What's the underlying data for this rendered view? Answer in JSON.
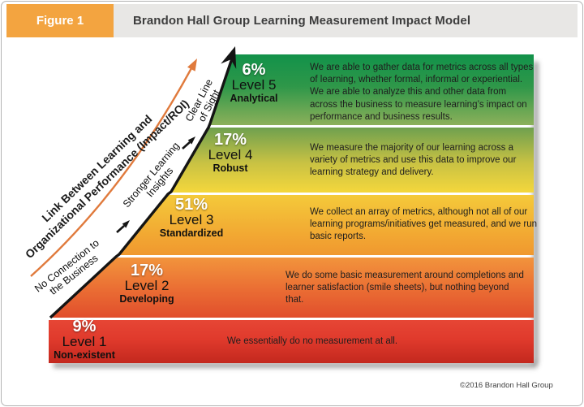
{
  "figure": {
    "label": "Figure 1",
    "title": "Brandon Hall Group Learning Measurement Impact Model"
  },
  "diagram": {
    "axis_label": {
      "line1": "Link Between Learning and",
      "line2": "Organizational Performance (Impact/ROI)"
    },
    "stage_labels": [
      {
        "line1": "No Connection to",
        "line2": "the Business"
      },
      {
        "line1": "Stronger Learning",
        "line2": "Insights"
      },
      {
        "line1": "Clear Line",
        "line2": "of Sight"
      }
    ],
    "levels": [
      {
        "percent": "6%",
        "level": "Level 5",
        "name": "Analytical",
        "description": "We are able to gather data for metrics across all types of learning, whether formal, informal or experiential. We are able to analyze this and other data from across the business to measure learning’s impact on performance and business results.",
        "color_top": "#12924A",
        "color_bottom": "#8CB05A"
      },
      {
        "percent": "17%",
        "level": "Level 4",
        "name": "Robust",
        "description": "We measure the majority of our learning across a variety of metrics and use this data to improve our learning strategy and delivery.",
        "color_top": "#6FA04F",
        "color_bottom": "#F4D73C"
      },
      {
        "percent": "51%",
        "level": "Level 3",
        "name": "Standardized",
        "description": "We collect an array of metrics, although not all of our learning programs/initiatives get measured, and we run basic reports.",
        "color_top": "#F4CA3A",
        "color_bottom": "#F0982F"
      },
      {
        "percent": "17%",
        "level": "Level 2",
        "name": "Developing",
        "description": "We do some basic measurement around completions and learner satisfaction (smile sheets), but nothing beyond that.",
        "color_top": "#F2943C",
        "color_bottom": "#E14E2C"
      },
      {
        "percent": "9%",
        "level": "Level 1",
        "name": "Non-existent",
        "description": "We essentially do no measurement at all.",
        "color_top": "#E64635",
        "color_bottom": "#C3281E"
      }
    ]
  },
  "footer": {
    "copyright": "©2016 Brandon Hall Group"
  },
  "colors": {
    "figure_label_bg": "#F3A440",
    "header_bar_bg": "#E8E7E5",
    "trend_arrow_orange": "#E07A3C",
    "staircase_black": "#141414"
  }
}
